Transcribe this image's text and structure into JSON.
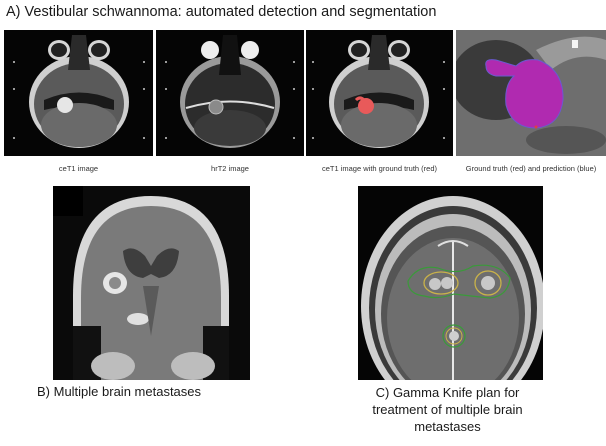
{
  "figure": {
    "panel_a": {
      "title": "A) Vestibular schwannoma: automated detection and segmentation",
      "images": [
        {
          "caption": "ceT1 image"
        },
        {
          "caption": "hrT2 image"
        },
        {
          "caption": "ceT1 image with ground truth (red)"
        },
        {
          "caption": "Ground truth (red) and prediction (blue)"
        }
      ]
    },
    "panel_b": {
      "caption": "B) Multiple brain metastases"
    },
    "panel_c": {
      "caption_line1": "C) Gamma Knife plan for",
      "caption_line2": "treatment of multiple brain",
      "caption_line3": "metastases"
    },
    "colors": {
      "ground_truth": "#e85a5a",
      "overlap_magenta": "#b02ab0",
      "contour_green": "#3a9a3a",
      "contour_yellow": "#c9b24a"
    }
  }
}
